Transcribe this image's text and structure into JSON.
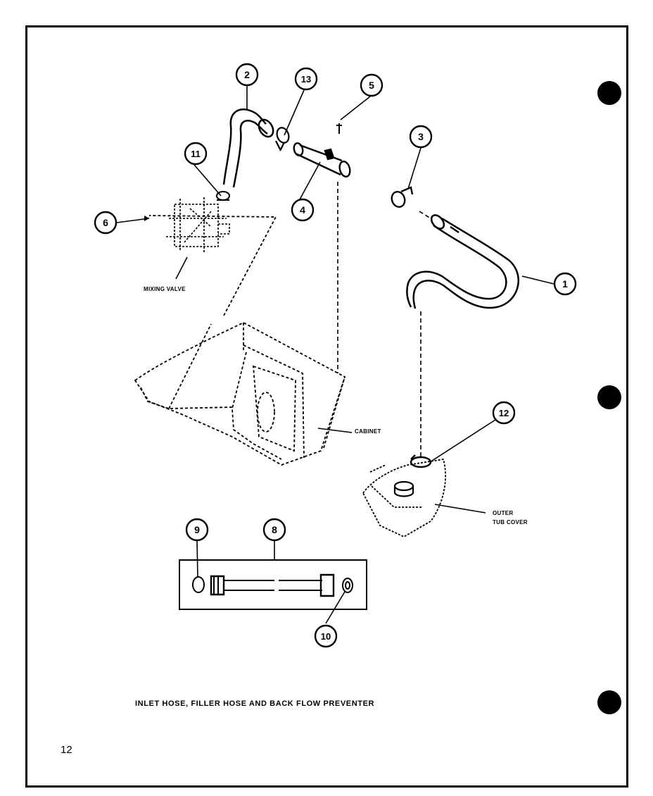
{
  "callouts": [
    {
      "id": "1",
      "label": "1"
    },
    {
      "id": "2",
      "label": "2"
    },
    {
      "id": "3",
      "label": "3"
    },
    {
      "id": "4",
      "label": "4"
    },
    {
      "id": "5",
      "label": "5"
    },
    {
      "id": "6",
      "label": "6"
    },
    {
      "id": "8",
      "label": "8"
    },
    {
      "id": "9",
      "label": "9"
    },
    {
      "id": "10",
      "label": "10"
    },
    {
      "id": "11",
      "label": "11"
    },
    {
      "id": "12",
      "label": "12"
    },
    {
      "id": "13",
      "label": "13"
    }
  ],
  "labels": {
    "mixing_valve": "MIXING VALVE",
    "cabinet": "CABINET",
    "outer_tub_cover_1": "OUTER",
    "outer_tub_cover_2": "TUB COVER"
  },
  "caption": "INLET HOSE, FILLER HOSE AND BACK FLOW PREVENTER",
  "page_number": "12"
}
